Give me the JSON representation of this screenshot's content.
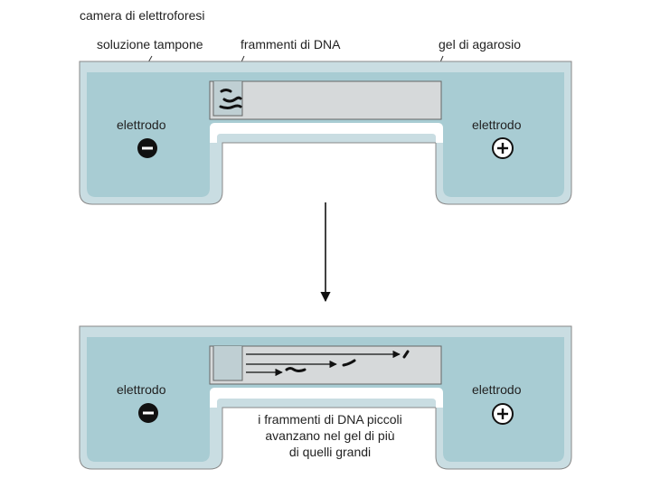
{
  "labels": {
    "chamber": "camera di elettroforesi",
    "buffer": "soluzione tampone",
    "fragments": "frammenti di DNA",
    "gel": "gel di agarosio",
    "electrode_left_top": "elettrodo",
    "electrode_right_top": "elettrodo",
    "electrode_left_bottom": "elettrodo",
    "electrode_right_bottom": "elettrodo",
    "note_line1": "i frammenti di DNA piccoli",
    "note_line2": "avanzano nel gel di più",
    "note_line3": "di quelli grandi"
  },
  "symbols": {
    "negative": "negative-electrode-icon",
    "positive": "positive-electrode-icon"
  },
  "colors": {
    "buffer": "#a8ccd3",
    "chamber_wall": "#c9dde2",
    "gel": "#d6d9da",
    "line": "#555555"
  }
}
